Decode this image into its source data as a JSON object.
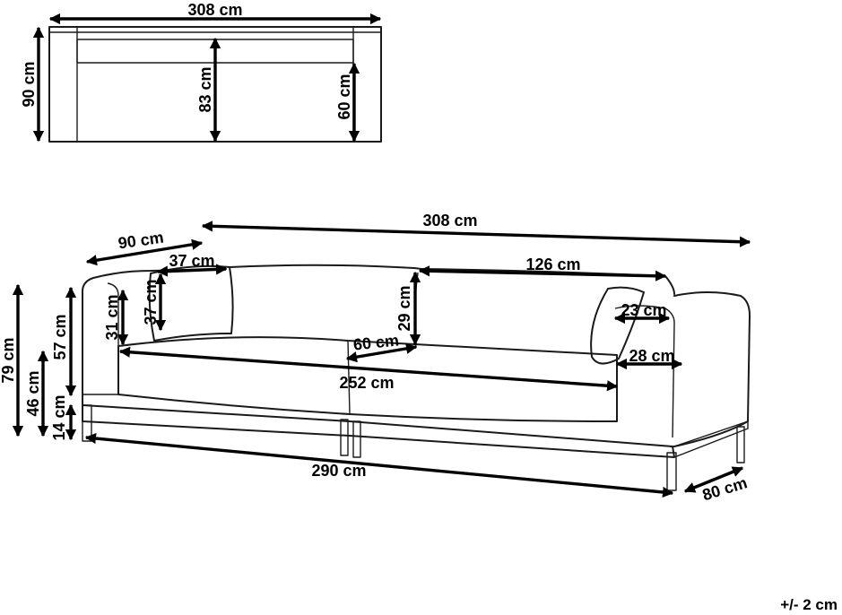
{
  "top_view": {
    "width_label": "308 cm",
    "depth_label": "90 cm",
    "seat_depth_label": "83 cm",
    "arm_depth_label": "60 cm"
  },
  "front_view": {
    "overall_width_label": "308 cm",
    "depth_label": "90 cm",
    "back_cushion_width_label": "37 cm",
    "back_cushion_height_label": "37 cm",
    "side_cushion_width_label": "126 cm",
    "arm_inner_width_label": "23 cm",
    "arm_outer_width_label": "28 cm",
    "seat_depth_label": "60 cm",
    "back_height_label": "29 cm",
    "seat_cushion_height_label": "31 cm",
    "seat_width_label": "252  cm",
    "total_height_label": "79 cm",
    "arm_height_label": "57 cm",
    "seat_height_label": "46 cm",
    "leg_height_label": "14 cm",
    "base_length_label": "290 cm",
    "base_depth_label": "80 cm"
  },
  "tolerance_label": "+/- 2 cm"
}
